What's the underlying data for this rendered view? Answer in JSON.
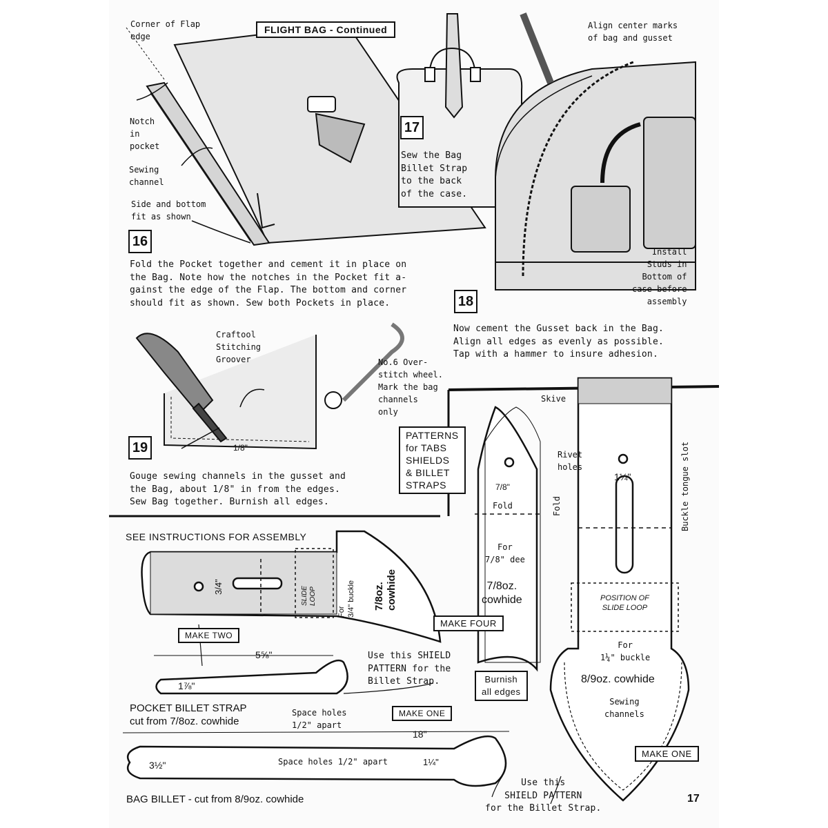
{
  "header": {
    "title": "FLIGHT BAG - Continued"
  },
  "step16": {
    "number": "16",
    "callouts": {
      "corner": "Corner of Flap\nedge",
      "notch": "Notch\nin\npocket",
      "sewing": "Sewing\nchannel",
      "side": "Side and bottom\nfit as shown"
    },
    "text": "Fold the Pocket together and cement it in place on\nthe Bag. Note how the notches in the Pocket fit a-\ngainst the edge of the Flap. The bottom and corner\nshould fit as shown. Sew both Pockets in place."
  },
  "step17": {
    "number": "17",
    "text": "Sew the Bag\nBillet Strap\nto the back\nof the case."
  },
  "step18": {
    "number": "18",
    "callouts": {
      "align": "Align center marks\nof bag and gusset",
      "install": "Install\nStuds in\nBottom of\ncase before\nassembly"
    },
    "text": "Now cement the Gusset back in the Bag.\nAlign all edges as evenly as possible.\nTap with a hammer to insure adhesion."
  },
  "step19": {
    "number": "19",
    "callouts": {
      "groover": "Craftool\nStitching\nGroover",
      "wheel": "No.6 Over-\nstitch wheel.\nMark the bag\nchannels\nonly",
      "eighth": "1/8\""
    },
    "text": "Gouge sewing channels in the gusset and\nthe Bag, about 1/8\" in from the edges.\nSew Bag together. Burnish all edges."
  },
  "patterns": {
    "heading": "PATTERNS\nfor TABS\nSHIELDS\n& BILLET\nSTRAPS",
    "assembly_note": "SEE INSTRUCTIONS FOR ASSEMBLY",
    "tab": {
      "skive": "Skive",
      "rivet": "Rivet\nholes",
      "width": "7/8\"",
      "fold": "Fold",
      "for": "For\n7/8\" dee",
      "material": "7/8oz.\ncowhide",
      "make": "MAKE FOUR"
    },
    "shield_large": {
      "width": "1¼\"",
      "fold": "Fold",
      "slot": "Buckle tongue slot",
      "slide": "POSITION OF\nSLIDE LOOP",
      "for": "For\n1¼\" buckle",
      "material": "8/9oz. cowhide",
      "sewing": "Sewing\nchannels",
      "make": "MAKE ONE",
      "use": "Use this\nSHIELD PATTERN\nfor the Billet Strap."
    },
    "shield_small": {
      "height": "3/4\"",
      "slide": "SLIDE\nLOOP",
      "for": "For\n3/4\" buckle",
      "material": "7/8oz.\ncowhide",
      "make": "MAKE TWO",
      "use": "Use this SHIELD\nPATTERN for the\nBillet Strap."
    },
    "pocket_billet": {
      "length": "5⅝\"",
      "tip": "1⅞\"",
      "title": "POCKET BILLET STRAP\ncut from 7/8oz. cowhide",
      "holes": "Space holes\n1/2\" apart"
    },
    "bag_billet": {
      "make": "MAKE ONE",
      "length": "18\"",
      "tip": "3½\"",
      "holes": "Space holes 1/2\" apart",
      "width": "1¼\"",
      "title": "BAG BILLET - cut from 8/9oz. cowhide"
    },
    "burnish": "Burnish\nall edges"
  },
  "footer": {
    "page_number": "17"
  }
}
